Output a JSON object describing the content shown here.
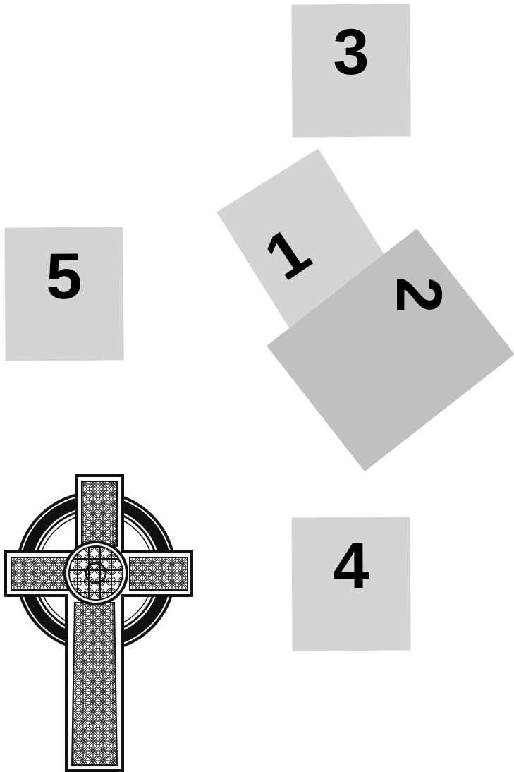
{
  "cards": [
    {
      "id": "card-1",
      "label": "1",
      "color": "#d4d4d4"
    },
    {
      "id": "card-2",
      "label": "2",
      "color": "#c0c0c0"
    },
    {
      "id": "card-3",
      "label": "3",
      "color": "#d4d4d4"
    },
    {
      "id": "card-4",
      "label": "4",
      "color": "#d4d4d4"
    },
    {
      "id": "card-5",
      "label": "5",
      "color": "#d4d4d4"
    }
  ],
  "image": {
    "icon": "celtic-cross-icon"
  },
  "colors": {
    "background": "#ffffff",
    "card_light": "#d4d4d4",
    "card_dark": "#c0c0c0",
    "text": "#000000"
  }
}
